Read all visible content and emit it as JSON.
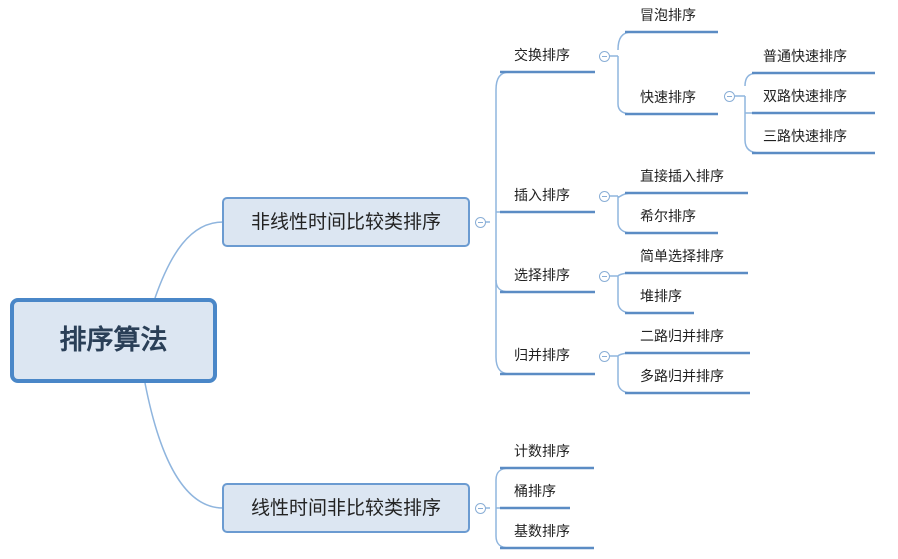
{
  "root": {
    "label": "排序算法"
  },
  "branches": [
    {
      "label": "非线性时间比较类排序",
      "children": [
        {
          "label": "交换排序",
          "children": [
            {
              "label": "冒泡排序"
            },
            {
              "label": "快速排序",
              "children": [
                {
                  "label": "普通快速排序"
                },
                {
                  "label": "双路快速排序"
                },
                {
                  "label": "三路快速排序"
                }
              ]
            }
          ]
        },
        {
          "label": "插入排序",
          "children": [
            {
              "label": "直接插入排序"
            },
            {
              "label": "希尔排序"
            }
          ]
        },
        {
          "label": "选择排序",
          "children": [
            {
              "label": "简单选择排序"
            },
            {
              "label": "堆排序"
            }
          ]
        },
        {
          "label": "归并排序",
          "children": [
            {
              "label": "二路归并排序"
            },
            {
              "label": "多路归并排序"
            }
          ]
        }
      ]
    },
    {
      "label": "线性时间非比较类排序",
      "children": [
        {
          "label": "计数排序"
        },
        {
          "label": "桶排序"
        },
        {
          "label": "基数排序"
        }
      ]
    }
  ],
  "colors": {
    "line": "#8fb5de",
    "underline": "#5b8cc4",
    "box_fill": "#dce6f2",
    "root_border": "#4a87c8"
  }
}
